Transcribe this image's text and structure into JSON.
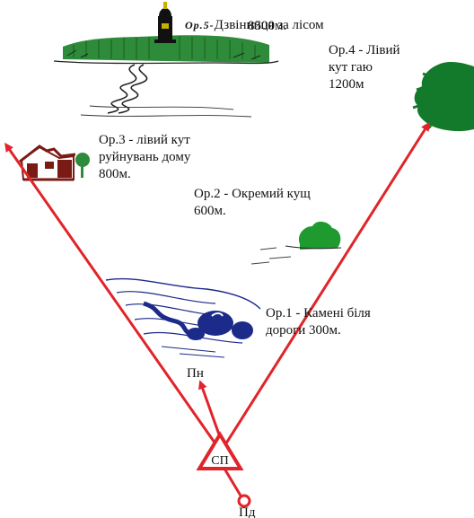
{
  "landmarks": {
    "or5": {
      "prefix": "Ор.5-",
      "text": "Дзвінниця за лісом",
      "distance": "8500м."
    },
    "or4": {
      "text": "Ор.4 - Лівий\nкут гаю\n1200м"
    },
    "or3": {
      "text": "Ор.3 - лівий кут\nруйнувань дому\n800м."
    },
    "or2": {
      "text": "Ор.2 - Окремий кущ\n600м."
    },
    "or1": {
      "text": "Ор.1 - Камені біля\nдороги 300м."
    }
  },
  "markers": {
    "observation_point": "СП",
    "north": "Пн",
    "south": "Пд"
  },
  "colors": {
    "arrow": "#e0242a",
    "forest": "#2e8b3a",
    "bush": "#1f9a2e",
    "grove": "#127a2a",
    "house": "#7a1a14",
    "stones": "#1c2a8a",
    "ink": "#111111"
  },
  "icons": [
    "bell-tower-icon",
    "forest-icon",
    "grove-icon",
    "ruined-house-icon",
    "bush-icon",
    "stones-road-icon"
  ]
}
